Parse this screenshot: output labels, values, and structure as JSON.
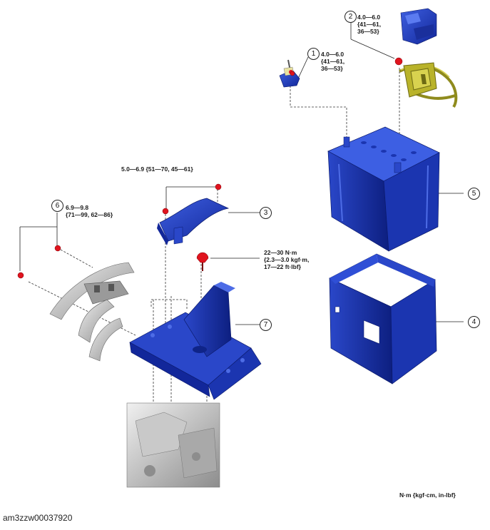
{
  "figure_id": "am3zzw00037920",
  "units_note": "N·m {kgf·cm, in-lbf}",
  "callouts": {
    "c1": "1",
    "c2": "2",
    "c3": "3",
    "c4": "4",
    "c5": "5",
    "c6": "6",
    "c7": "7"
  },
  "torques": {
    "t1": [
      "4.0—6.0",
      "{41—61,",
      "36—53}"
    ],
    "t2": [
      "4.0—6.0",
      "{41—61,",
      "36—53}"
    ],
    "t3": [
      "5.0—6.9 {51—70, 45—61}"
    ],
    "t6": [
      "6.9—9.8",
      "{71—99, 62—86}"
    ],
    "t7": [
      "22—30 N·m",
      "{2.3—3.0 kgf·m,",
      "17—22 ft·lbf}"
    ]
  },
  "colors": {
    "part_blue": "#1f3fbf",
    "part_blue_dark": "#0f2488",
    "bolt_red": "#e0141e",
    "harness_yellow": "#b9b32a",
    "metal_grey": "#b5b5b5"
  }
}
